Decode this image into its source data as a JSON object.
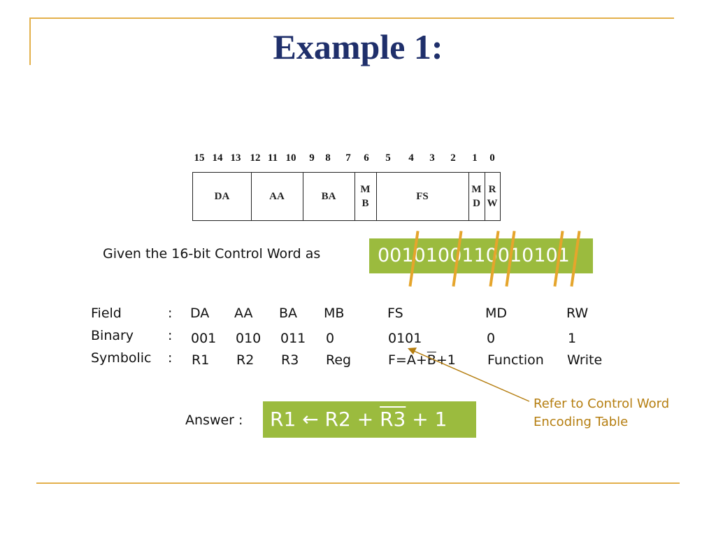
{
  "slide": {
    "title": "Example 1:"
  },
  "format": {
    "bit_numbers": [
      "15",
      "14",
      "13",
      "12",
      "11",
      "10",
      "9",
      "8",
      "7",
      "6",
      "5",
      "4",
      "3",
      "2",
      "1",
      "0"
    ],
    "fields": {
      "da": "DA",
      "aa": "AA",
      "ba": "BA",
      "mb1": "M",
      "mb2": "B",
      "fs": "FS",
      "md1": "M",
      "md2": "D",
      "rw1": "R",
      "rw2": "W"
    }
  },
  "given": {
    "label": "Given the 16-bit Control Word as",
    "control_word": "0010100110010101"
  },
  "decode": {
    "row_labels": {
      "field": "Field",
      "binary": "Binary",
      "symbolic": "Symbolic"
    },
    "colon": ":",
    "field": [
      "DA",
      "AA",
      "BA",
      "MB",
      "FS",
      "MD",
      "RW"
    ],
    "binary": [
      "001",
      "010",
      "011",
      "0",
      "0101",
      "0",
      "1"
    ],
    "symbolic": {
      "da": "R1",
      "aa": "R2",
      "ba": "R3",
      "mb": "Reg",
      "fs_prefix": "F=A+",
      "fs_bar": "B",
      "fs_suffix": "+1",
      "md": "Function",
      "rw": "Write"
    }
  },
  "answer": {
    "label": "Answer :",
    "expr_start": "R1 ← R2 + ",
    "expr_bar": "R3",
    "expr_end": " + 1"
  },
  "note": "Refer to Control Word Encoding Table",
  "colors": {
    "title": "#1f2f6b",
    "accent_line": "#e3b04b",
    "highlight_box": "#9bbb3e",
    "separator": "#e5a52c",
    "note": "#b57e10"
  }
}
